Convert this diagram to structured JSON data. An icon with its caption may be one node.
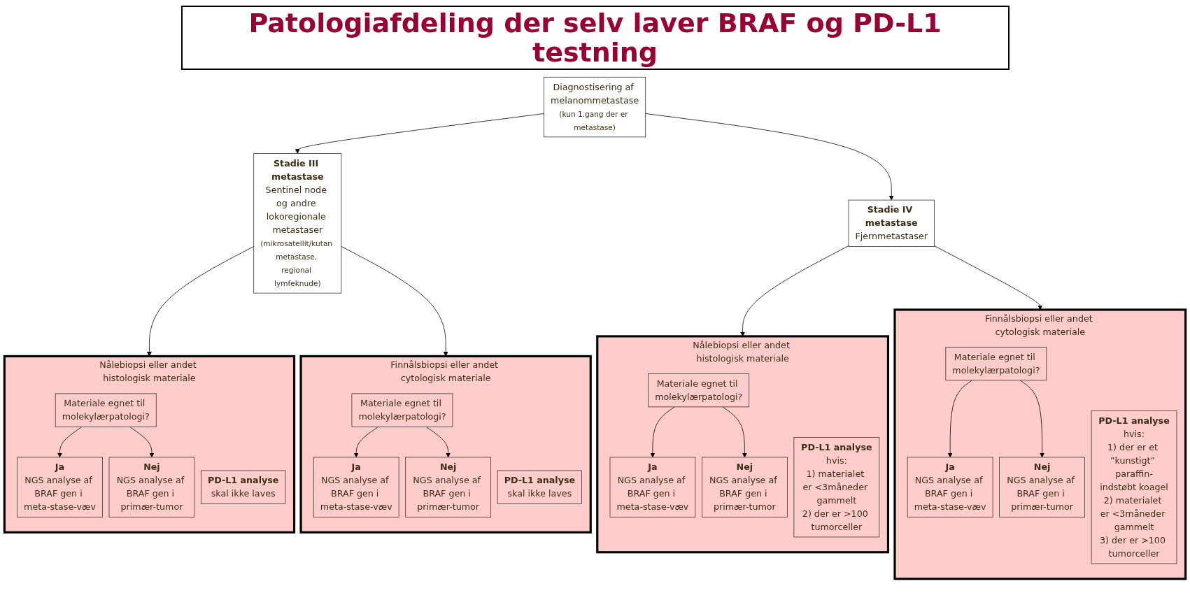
{
  "diagram": {
    "title": "Patologiafdeling der selv laver BRAF og PD-L1 testning",
    "nodes": [
      {
        "text": [
          "Diagnostisering af melanommetastase",
          "(kun 1.gang der er metastase)"
        ]
      },
      {
        "text": [
          "Stadie III metastase",
          "Sentinel node og andre lokoregionale metastaser",
          "(mikrosatellit/kutan metastase, regional lymfeknude)"
        ]
      },
      {
        "text": [
          "Stadie IV metastase",
          "Fjernmetastaser"
        ]
      },
      {
        "text": [
          "Nålebiopsi eller andet histologisk materiale"
        ]
      },
      {
        "text": [
          "Materiale egnet til molekylærpatologi?"
        ],
        "in": 3
      },
      {
        "text": [
          "PD-L1 analyse",
          "skal ikke laves"
        ],
        "in": 3
      },
      {
        "text": [
          "Ja",
          "NGS analyse af BRAF gen i meta-stase-væv"
        ],
        "in": 3
      },
      {
        "text": [
          "Nej",
          "NGS analyse af BRAF gen i primær-tumor"
        ],
        "in": 3
      },
      {
        "text": [
          "Finnålsbiopsi eller andet cytologisk materiale"
        ]
      },
      {
        "text": [
          "Materiale egnet til molekylærpatologi?"
        ],
        "in": 8
      },
      {
        "text": [
          "PD-L1 analyse",
          "skal ikke laves"
        ],
        "in": 8
      },
      {
        "text": [
          "Ja",
          "NGS analyse af BRAF gen i meta-stase-væv"
        ],
        "in": 8
      },
      {
        "text": [
          "Nej",
          "NGS analyse af BRAF gen i primær-tumor"
        ],
        "in": 8
      },
      {
        "text": [
          "Nålebiopsi eller andet histologisk materiale"
        ]
      },
      {
        "text": [
          "Materiale egnet til molekylærpatologi?"
        ],
        "in": 13
      },
      {
        "text": [
          "PD-L1 analyse",
          "hvis:",
          "1) materialet er <3måneder gammelt",
          "2) der er >100 tumorceller"
        ],
        "in": 13
      },
      {
        "text": [
          "Ja",
          "NGS analyse af BRAF gen i meta-stase-væv"
        ],
        "in": 13
      },
      {
        "text": [
          "Nej",
          "NGS analyse af BRAF gen i primær-tumor"
        ],
        "in": 13
      },
      {
        "text": [
          "Finnålsbiopsi eller andet cytologisk materiale"
        ]
      },
      {
        "text": [
          "Materiale egnet til molekylærpatologi?"
        ],
        "in": 18
      },
      {
        "text": [
          "PD-L1 analyse",
          "hvis:",
          "1) der er et ”kunstigt” paraffin-indstøbt koagel",
          "2) materialet er <3måneder gammelt",
          "3) der er >100 tumorceller"
        ],
        "in": 18
      },
      {
        "text": [
          "Ja",
          "NGS analyse af BRAF gen i meta-stase-væv"
        ],
        "in": 18
      },
      {
        "text": [
          "Nej",
          "NGS analyse af BRAF gen i primær-tumor"
        ],
        "in": 18
      }
    ],
    "edges": [
      {
        "from": 0,
        "to": 1,
        "arrow": "to"
      },
      {
        "from": 0,
        "to": 2,
        "arrow": "to"
      },
      {
        "from": 1,
        "to": 3,
        "arrow": "to"
      },
      {
        "from": 1,
        "to": 8,
        "arrow": "to"
      },
      {
        "from": 2,
        "to": 13,
        "arrow": "to"
      },
      {
        "from": 2,
        "to": 18,
        "arrow": "to"
      },
      {
        "from": 4,
        "to": 6,
        "arrow": "to"
      },
      {
        "from": 4,
        "to": 7,
        "arrow": "to"
      },
      {
        "from": 9,
        "to": 11,
        "arrow": "to"
      },
      {
        "from": 9,
        "to": 12,
        "arrow": "to"
      },
      {
        "from": 14,
        "to": 16,
        "arrow": "to"
      },
      {
        "from": 14,
        "to": 17,
        "arrow": "to"
      },
      {
        "from": 19,
        "to": 21,
        "arrow": "to"
      },
      {
        "from": 19,
        "to": 22,
        "arrow": "to"
      }
    ]
  }
}
